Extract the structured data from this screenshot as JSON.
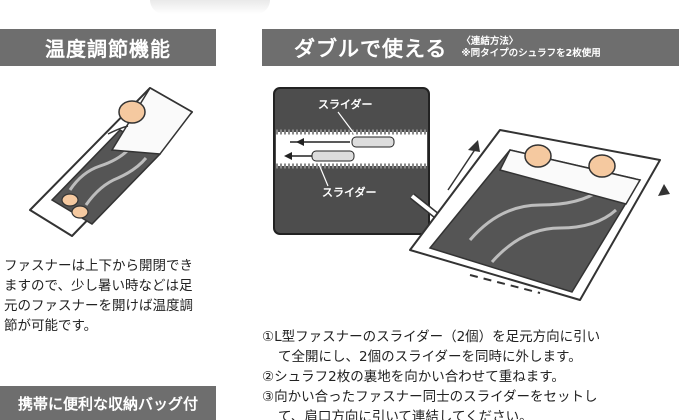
{
  "section_temperature": {
    "title": "温度調節機能"
  },
  "section_double": {
    "title": "ダブルで使える",
    "note_line1": "〈連結方法〉",
    "note_line2": "※同タイプのシュラフを2枚使用"
  },
  "section_bag": {
    "title": "携帯に便利な収納バッグ付"
  },
  "description": {
    "lines": [
      "ファスナーは上下から開閉でき",
      "ますので、少し暑い時などは足",
      "元のファスナーを開けば温度調",
      "節が可能です。"
    ]
  },
  "diagram": {
    "slider_label_top": "スライダー",
    "slider_label_bottom": "スライダー"
  },
  "steps": {
    "lines": [
      "①L型ファスナーのスライダー（2個）を足元方向に引い",
      "て全開にし、2個のスライダーを同時に外します。",
      "②シュラフ2枚の裏地を向かい合わせて重ねます。",
      "③向かい合ったファスナー同士のスライダーをセットし",
      "て、肩口方向に引いて連結してください。"
    ]
  },
  "colors": {
    "banner": "#6e6e6e",
    "bag_dark": "#4a4a4a",
    "skin": "#f5c9a0",
    "panel": "#4d4d4d"
  }
}
